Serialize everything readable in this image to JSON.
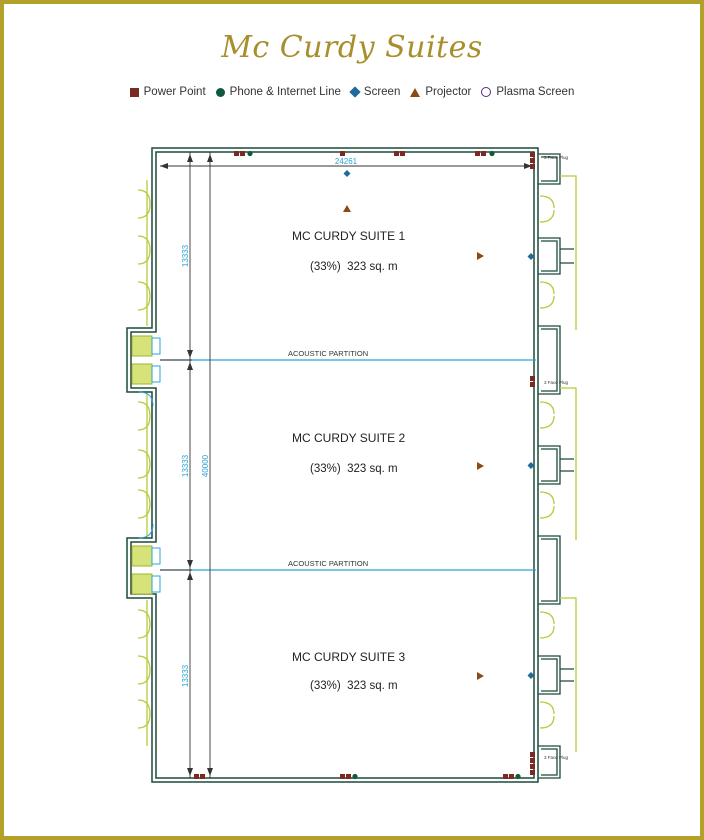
{
  "title": "Mc Curdy Suites",
  "legend": [
    {
      "label": "Power Point",
      "icon": "power-point-icon",
      "color": "#7a2a22"
    },
    {
      "label": "Phone & Internet Line",
      "icon": "phone-internet-icon",
      "color": "#0f5a3c"
    },
    {
      "label": "Screen",
      "icon": "screen-icon",
      "color": "#1f6a96"
    },
    {
      "label": "Projector",
      "icon": "projector-icon",
      "color": "#8b4a14"
    },
    {
      "label": "Plasma Screen",
      "icon": "plasma-screen-icon",
      "color": "#5a2a7a"
    }
  ],
  "plan": {
    "suites": [
      {
        "name": "MC CURDY SUITE 1",
        "area": "(33%)  323 sq. m"
      },
      {
        "name": "MC CURDY SUITE 2",
        "area": "(33%)  323 sq. m"
      },
      {
        "name": "MC CURDY SUITE 3",
        "area": "(33%)  323 sq. m"
      }
    ],
    "partition_label": "ACOUSTIC PARTITION",
    "dimensions": {
      "width": "24261",
      "total_height": "40000",
      "suite_height": "13333"
    },
    "face_plug_label": "3 Face Plug"
  },
  "colors": {
    "frame": "#b3a02a",
    "wall": "#1a4a3a",
    "lime": "#b5cc3a",
    "dimension": "#29a3d6",
    "power": "#7a2a22",
    "phone": "#0f5a3c",
    "screen": "#1f6a96",
    "projector": "#8b4a14"
  }
}
